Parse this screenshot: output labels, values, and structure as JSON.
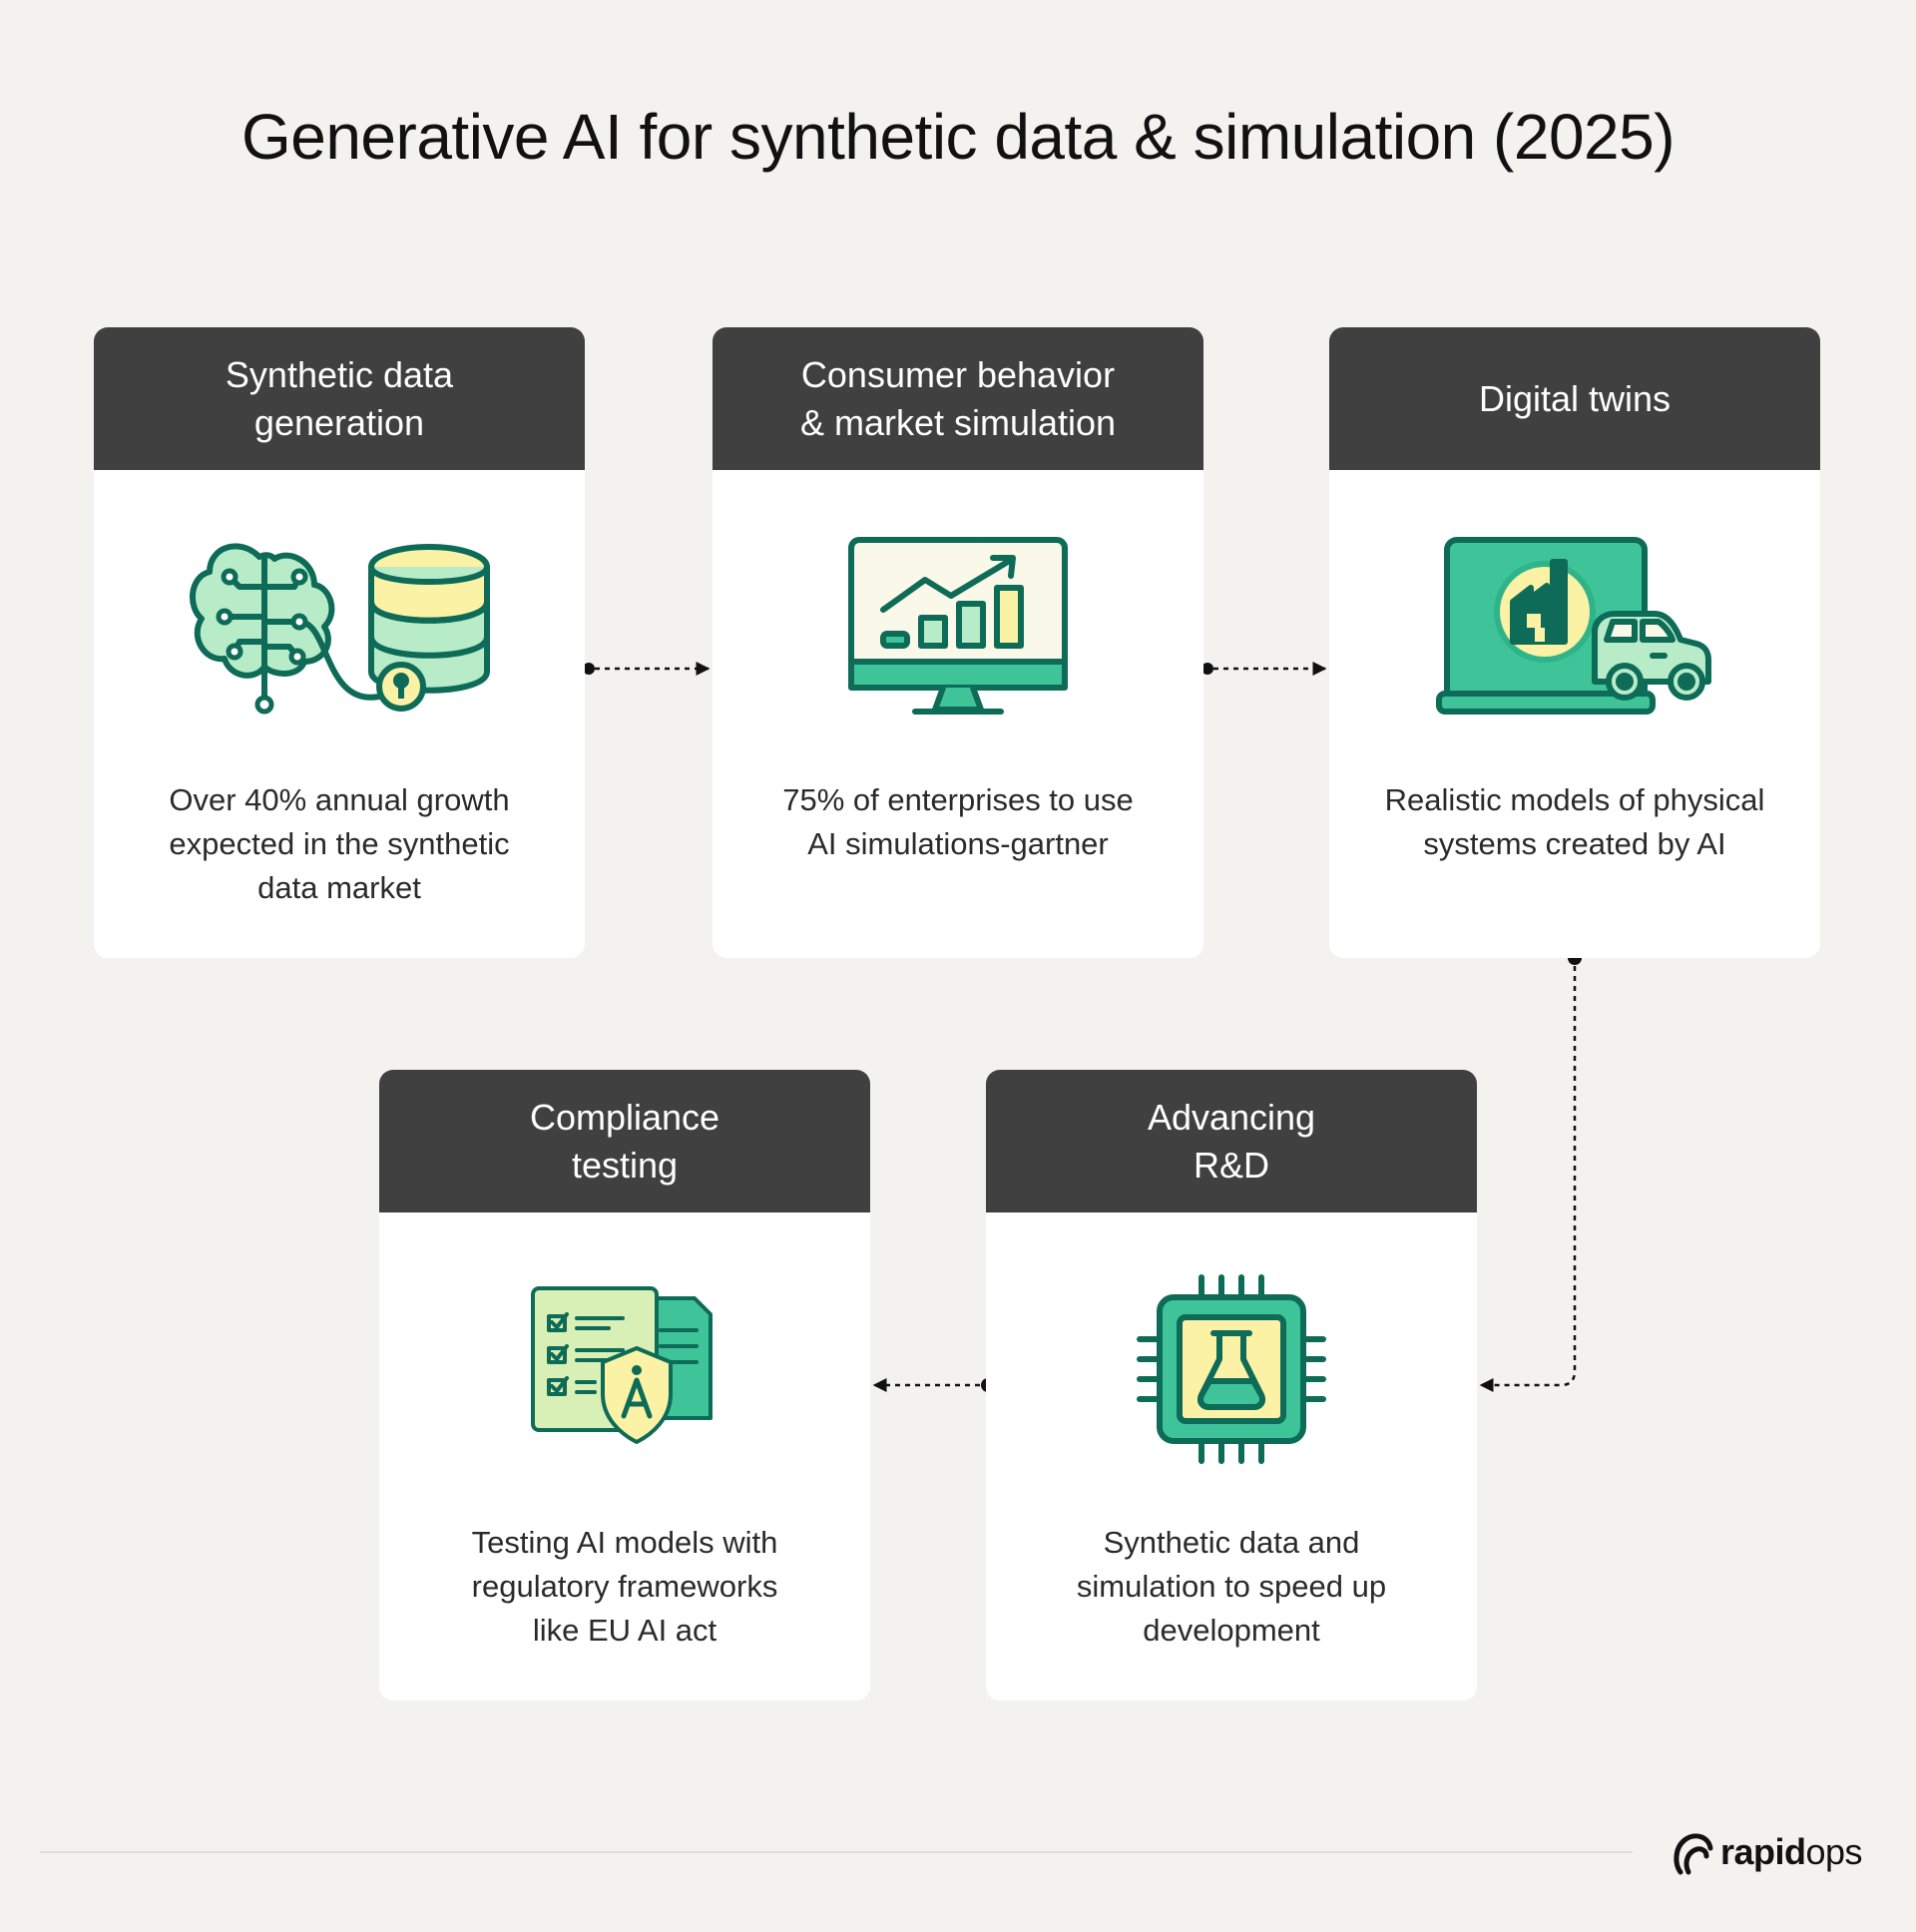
{
  "title": "Generative AI for synthetic data & simulation (2025)",
  "cards": [
    {
      "heading": "Synthetic data\ngeneration",
      "icon": "brain-database-lock-icon",
      "text": "Over 40% annual growth\nexpected in the synthetic\ndata market"
    },
    {
      "heading": "Consumer behavior\n& market simulation",
      "icon": "monitor-growth-chart-icon",
      "text": "75% of enterprises to use\nAI simulations-gartner"
    },
    {
      "heading": "Digital twins",
      "icon": "laptop-factory-car-icon",
      "text": "Realistic models of physical\nsystems created by AI"
    },
    {
      "heading": "Compliance\ntesting",
      "icon": "checklist-shield-icon",
      "text": "Testing AI models with\nregulatory frameworks\nlike EU AI act"
    },
    {
      "heading": "Advancing\nR&D",
      "icon": "chip-flask-icon",
      "text": "Synthetic data and\nsimulation to speed up\ndevelopment"
    }
  ],
  "logo": {
    "text_bold": "rapid",
    "text_light": "ops"
  },
  "colors": {
    "background": "#f3f2ee",
    "header": "#404040",
    "dark_green": "#0d6b57",
    "mid_green": "#3fc49a",
    "light_green": "#b8ecc9",
    "yellow": "#fbf2a6"
  }
}
